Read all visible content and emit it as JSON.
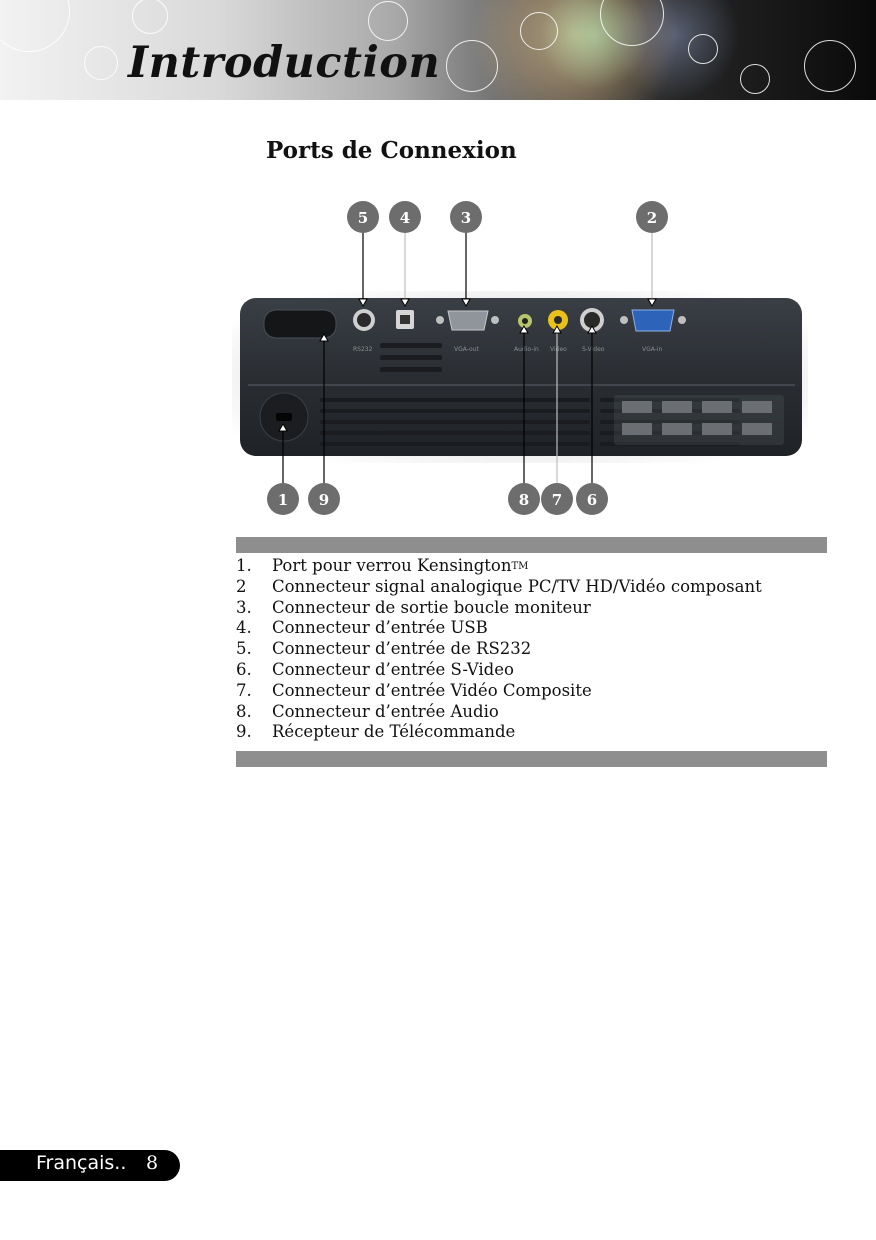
{
  "header": {
    "title": "Introduction"
  },
  "section": {
    "title": "Ports de Connexion"
  },
  "figure": {
    "callouts_top": [
      "5",
      "4",
      "3",
      "2"
    ],
    "callouts_bottom": [
      "1",
      "9",
      "8",
      "7",
      "6"
    ],
    "panel_labels": [
      "RS232",
      "VGA-out",
      "Audio-in",
      "Video",
      "S-Video",
      "VGA-in"
    ]
  },
  "ports": [
    {
      "num": "1.",
      "text": "Port pour verrou Kensington",
      "suffix": "TM"
    },
    {
      "num": "2",
      "text": "Connecteur signal analogique PC/TV HD/Vidéo composant"
    },
    {
      "num": "3.",
      "text": "Connecteur de sortie boucle moniteur"
    },
    {
      "num": "4.",
      "text": "Connecteur d’entrée USB"
    },
    {
      "num": "5.",
      "text": "Connecteur d’entrée de RS232"
    },
    {
      "num": "6.",
      "text": "Connecteur d’entrée S-Video"
    },
    {
      "num": "7.",
      "text": "Connecteur d’entrée Vidéo Composite"
    },
    {
      "num": "8.",
      "text": "Connecteur d’entrée Audio"
    },
    {
      "num": "9.",
      "text": "Récepteur de Télécommande"
    }
  ],
  "footer": {
    "language": "Français..",
    "page": "8"
  },
  "colors": {
    "badge": "#6d6d6d",
    "rule": "#8e8e8e",
    "panel": "#2a2e33"
  }
}
